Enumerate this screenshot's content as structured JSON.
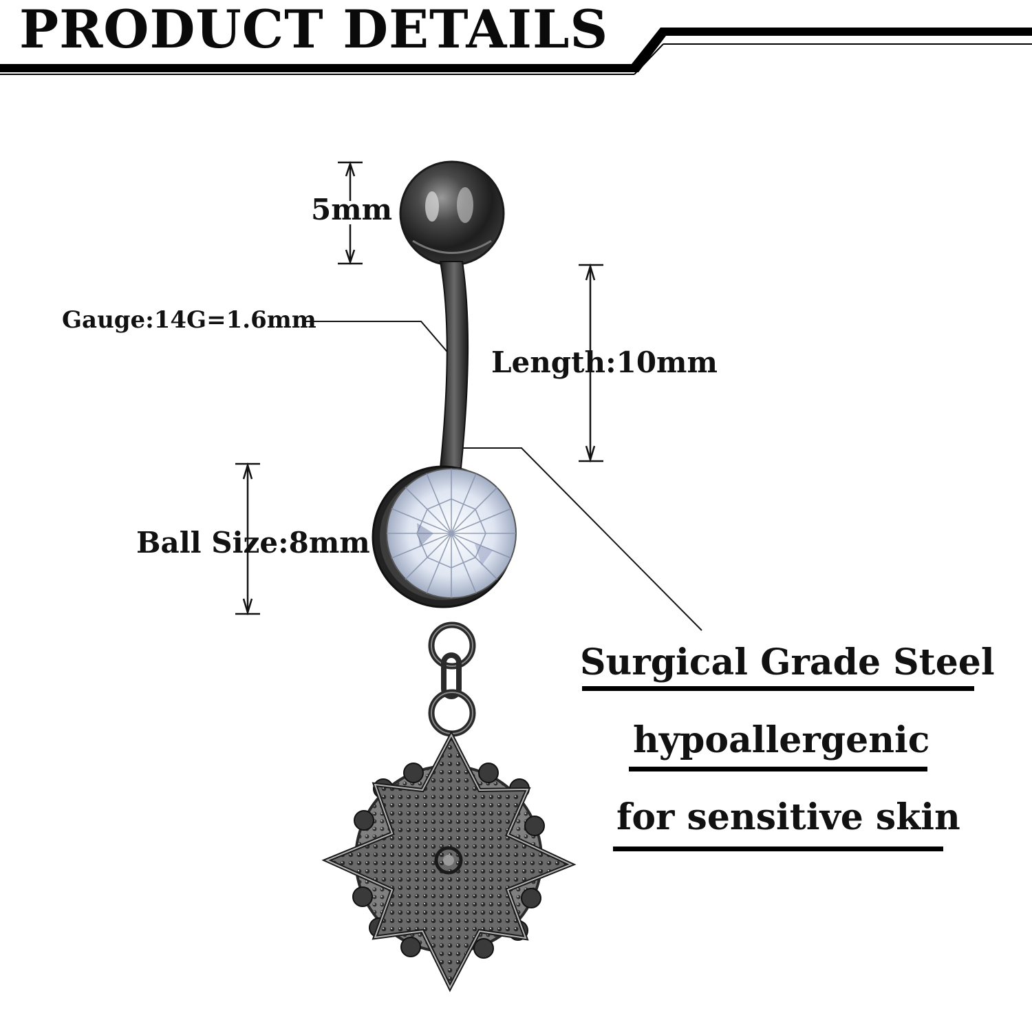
{
  "header": {
    "title": "PRODUCT DETAILS"
  },
  "dimensions": {
    "top_ball": "5mm",
    "gauge": "Gauge:14G=1.6mm",
    "length": "Length:10mm",
    "ball_size": "Ball Size:8mm"
  },
  "features": [
    "Surgical Grade Steel",
    "hypoallergenic",
    "for sensitive skin"
  ],
  "colors": {
    "text": "#111111",
    "metal": "#3a3a3a",
    "background": "#ffffff"
  }
}
